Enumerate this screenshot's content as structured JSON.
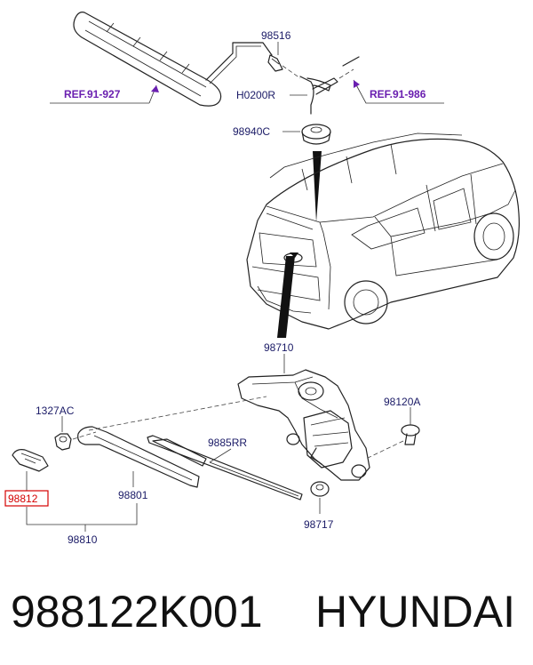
{
  "references": [
    {
      "id": "ref-left",
      "text": "REF.91-927"
    },
    {
      "id": "ref-right",
      "text": "REF.91-986"
    }
  ],
  "callouts": {
    "p98516": "98516",
    "h0200rr": "H0200R",
    "p98940c": "98940C",
    "p98710": "98710",
    "p1327ac": "1327AC",
    "p98120a": "98120A",
    "p9885rr": "9885RR",
    "p98812": "98812",
    "p98801": "98801",
    "p98717": "98717",
    "p98810": "98810"
  },
  "highlight": {
    "part": "98812",
    "color": "#d40000"
  },
  "footer": {
    "part_number": "988122K001",
    "brand": "HYUNDAI"
  }
}
